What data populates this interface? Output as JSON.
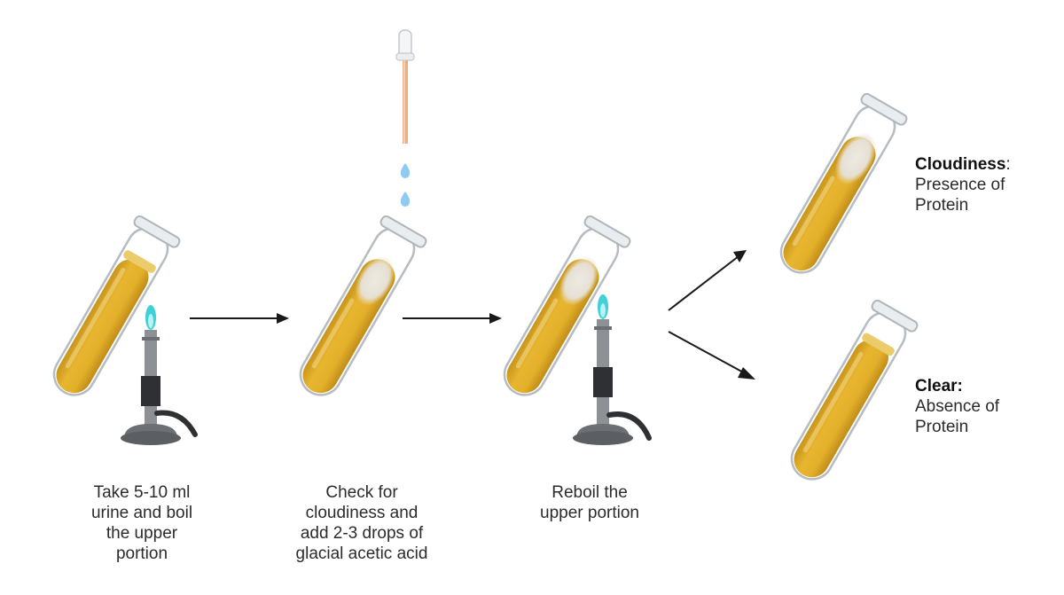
{
  "steps": [
    {
      "label_lines": [
        "Take 5-10 ml",
        "urine and boil",
        "the upper",
        "portion"
      ]
    },
    {
      "label_lines": [
        "Check for",
        "cloudiness and",
        "add 2-3 drops of",
        "glacial acetic acid"
      ]
    },
    {
      "label_lines": [
        "Reboil the",
        "upper portion"
      ]
    }
  ],
  "results": [
    {
      "title": "Cloudiness",
      "sep": ":",
      "lines": [
        "Presence of",
        "Protein"
      ]
    },
    {
      "title": "Clear:",
      "sep": "",
      "lines": [
        "Absence of",
        "Protein"
      ]
    }
  ],
  "colors": {
    "urine": "#e3b02a",
    "urine_dark": "#c8951d",
    "cloud": "#ece7dc",
    "glass": "#cfd6dc",
    "flame": "#3fd0d8",
    "burner": "#6c6f73",
    "arrow": "#1a1a1a",
    "drop": "#8ecbf2",
    "pipette": "#e7b089"
  }
}
